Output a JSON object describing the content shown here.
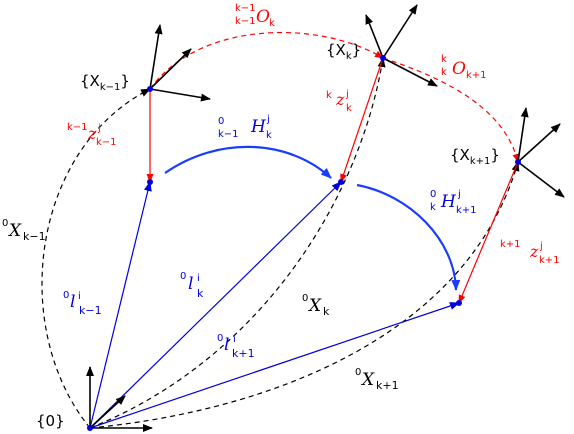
{
  "colors": {
    "black": "#000000",
    "blue": "#0000dd",
    "red": "#ff0000",
    "arc_blue": "#1a3cff"
  },
  "frames": {
    "origin": "{0}",
    "k_minus_1": "{X",
    "k_minus_1_sub": "k−1",
    "k_minus_1_close": "}",
    "k": "{X",
    "k_sub": "k",
    "k_close": "}",
    "k_plus_1": "{X",
    "k_plus_1_sub": "k+1",
    "k_plus_1_close": "}"
  },
  "labels": {
    "O_k": {
      "pre_sup": "k−1",
      "pre_sub": "k−1",
      "main": "O",
      "sub": "k"
    },
    "O_k1": {
      "pre_sup": "k",
      "pre_sub": "k",
      "main": "O",
      "sub": "k+1"
    },
    "z_km1": {
      "pre_sup": "k−1",
      "main": "z",
      "sup": "j",
      "sub": "k−1"
    },
    "z_k": {
      "pre_sup": "k",
      "main": "z",
      "sup": "j",
      "sub": "k"
    },
    "z_kp1": {
      "pre_sup": "k+1",
      "main": "z",
      "sup": "j",
      "sub": "k+1"
    },
    "H_k": {
      "pre_sup": "0",
      "pre_sub": "k−1",
      "main": "H",
      "sup": "j",
      "sub": "k"
    },
    "H_k1": {
      "pre_sup": "0",
      "pre_sub": "k",
      "main": "H",
      "sup": "j",
      "sub": "k+1"
    },
    "X_km1": {
      "pre_sup": "0",
      "main": "X",
      "sub": "k−1"
    },
    "X_k": {
      "pre_sup": "0",
      "main": "X",
      "sub": "k"
    },
    "X_kp1": {
      "pre_sup": "0",
      "main": "X",
      "sub": "k+1"
    },
    "l_km1": {
      "pre_sup": "0",
      "main": "l",
      "sup": "i",
      "sub": "k−1"
    },
    "l_k": {
      "pre_sup": "0",
      "main": "l",
      "sup": "i",
      "sub": "k"
    },
    "l_kp1": {
      "pre_sup": "0",
      "main": "l",
      "sup": "i",
      "sub": "k+1"
    }
  }
}
